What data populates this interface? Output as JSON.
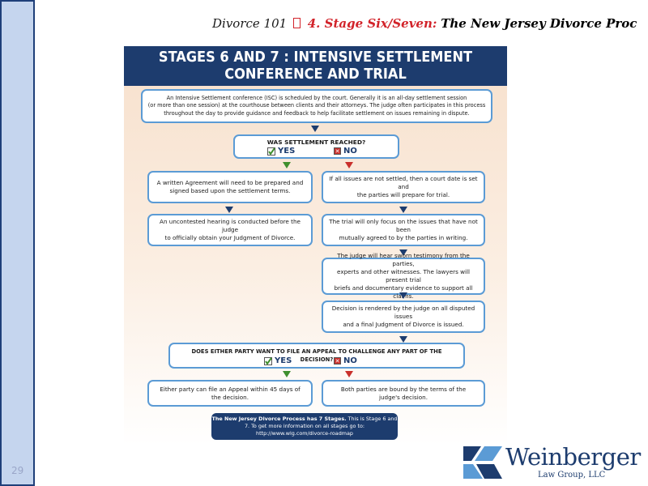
{
  "slide": {
    "page_number": "29"
  },
  "header": {
    "prefix": "Divorce 101",
    "separator": "",
    "stage": "4. Stage Six/Seven:",
    "process": "The New Jersey Divorce Proc"
  },
  "diagram": {
    "banner": [
      "STAGES 6 AND 7 : INTENSIVE SETTLEMENT",
      "CONFERENCE AND TRIAL"
    ],
    "intro": [
      "An Intensive Settlement conference (ISC) is scheduled by the court. Generally it is an all-day settlement session",
      "(or more than one session) at the courthouse between clients and their attorneys. The judge often participates in this process",
      "throughout the day to provide guidance and feedback to help facilitate settlement on issues remaining in dispute."
    ],
    "question1": "WAS SETTLEMENT REACHED?",
    "yes_label": "YES",
    "no_label": "NO",
    "yes_branch": [
      [
        "A written Agreement will need to be prepared and",
        "signed based upon the settlement terms."
      ],
      [
        "An uncontested hearing is conducted before the judge",
        "to officially obtain your Judgment of Divorce."
      ]
    ],
    "no_branch": [
      [
        "If all issues are not settled, then a court date is set and",
        "the parties will prepare for trial."
      ],
      [
        "The trial will only focus on the issues that have not been",
        "mutually agreed to by the parties in writing."
      ],
      [
        "The judge will hear sworn testimony from the parties,",
        "experts and other witnesses. The lawyers will present trial",
        "briefs and documentary evidence to support all claims."
      ],
      [
        "Decision is rendered by the judge on all disputed issues",
        "and a final Judgment of Divorce is issued."
      ]
    ],
    "question2": "DOES EITHER PARTY WANT TO FILE AN APPEAL TO CHALLENGE ANY PART OF THE DECISION?",
    "appeal_yes": [
      "Either party can file an Appeal within 45 days of",
      "the decision."
    ],
    "appeal_no": [
      "Both parties are bound by the terms of the",
      "judge's decision."
    ],
    "footer": [
      "The New Jersey Divorce Process has 7 Stages.",
      "This is Stage 6 and 7. To get more information on all stages",
      "go to: http://www.wlg.com/divorce-roadmap"
    ],
    "colors": {
      "navy": "#1d3c6e",
      "box_border": "#5b9bd5",
      "yes_green": "#3f8f2e",
      "no_red": "#c9302c"
    }
  },
  "logo": {
    "name": "Weinberger",
    "sub": "Law Group, LLC"
  }
}
